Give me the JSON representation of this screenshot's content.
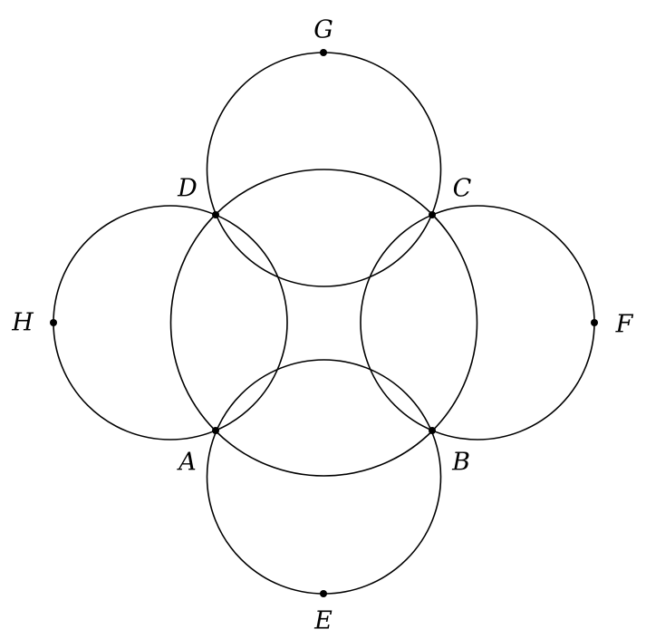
{
  "diagram": {
    "title": "",
    "points": [
      {
        "id": "A",
        "label": "A"
      },
      {
        "id": "B",
        "label": "B"
      },
      {
        "id": "C",
        "label": "C"
      },
      {
        "id": "D",
        "label": "D"
      },
      {
        "id": "E",
        "label": "E"
      },
      {
        "id": "F",
        "label": "F"
      },
      {
        "id": "G",
        "label": "G"
      },
      {
        "id": "H",
        "label": "H"
      }
    ],
    "circles": [
      {
        "id": "central",
        "through": [
          "A",
          "B",
          "C",
          "D"
        ]
      },
      {
        "id": "top",
        "through": [
          "D",
          "C",
          "G"
        ]
      },
      {
        "id": "right",
        "through": [
          "C",
          "B",
          "F"
        ]
      },
      {
        "id": "bottom",
        "through": [
          "A",
          "B",
          "E"
        ]
      },
      {
        "id": "left",
        "through": [
          "D",
          "A",
          "H"
        ]
      }
    ]
  }
}
